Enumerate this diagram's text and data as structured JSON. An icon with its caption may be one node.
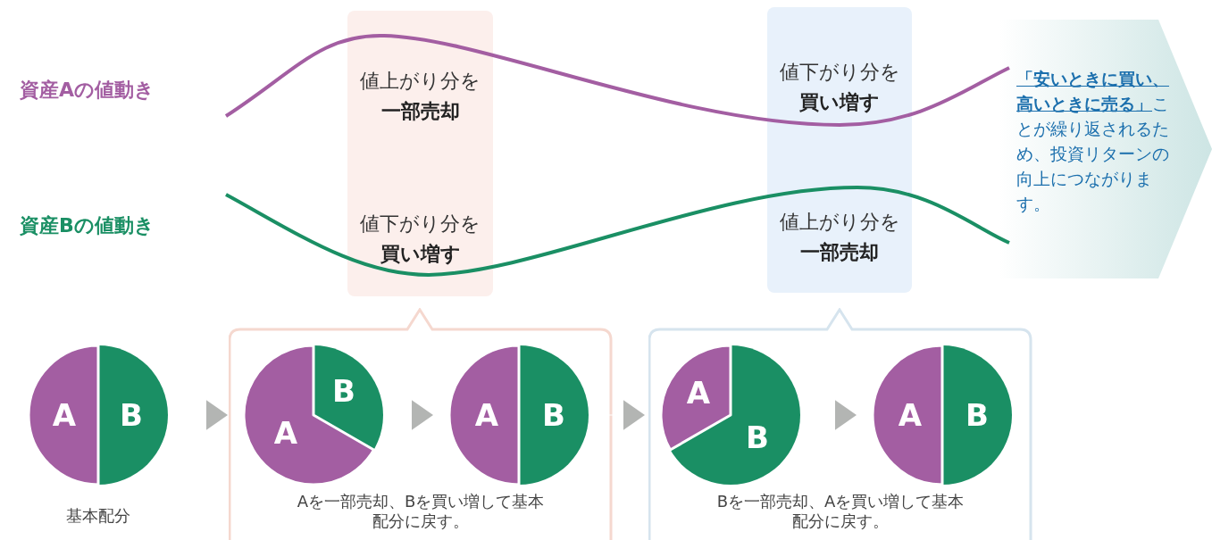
{
  "diagram": {
    "nodes": [
      {
        "text": [
          "値上がり分を**一部売却**",
          "値下がり分を**買い増す**"
        ]
      },
      {
        "text": [
          "値下がり分を**買い増す**",
          "値上がり分を**一部売却**"
        ]
      },
      {
        "text": [
          "**「安いときに買い、高いときに売る」**ことが繰り返されるため、投資リターンの向上につながります。"
        ]
      },
      {
        "text": [
          "A",
          "B"
        ],
        "beside": [
          "基本配分"
        ]
      },
      {
        "text": [
          "Aを一部売却、Bを買い増して基本配分に戻す。"
        ]
      },
      {
        "text": [
          "B",
          "A"
        ],
        "in": 4
      },
      {
        "text": [
          "A",
          "B"
        ],
        "in": 4
      },
      {
        "text": [
          "Bを一部売却、Aを買い増して基本配分に戻す。"
        ]
      },
      {
        "text": [
          "A",
          "B"
        ],
        "in": 7
      },
      {
        "text": [
          "A",
          "B"
        ],
        "in": 7
      }
    ],
    "edges": [
      {
        "from": 3,
        "to": 5,
        "arrow": "to"
      },
      {
        "from": 5,
        "to": 6,
        "arrow": "to"
      },
      {
        "from": 6,
        "to": 8,
        "arrow": "to"
      },
      {
        "from": 8,
        "to": 9,
        "arrow": "to"
      }
    ],
    "labels": [
      "資産Aの値動き",
      "資産Bの値動き"
    ]
  }
}
